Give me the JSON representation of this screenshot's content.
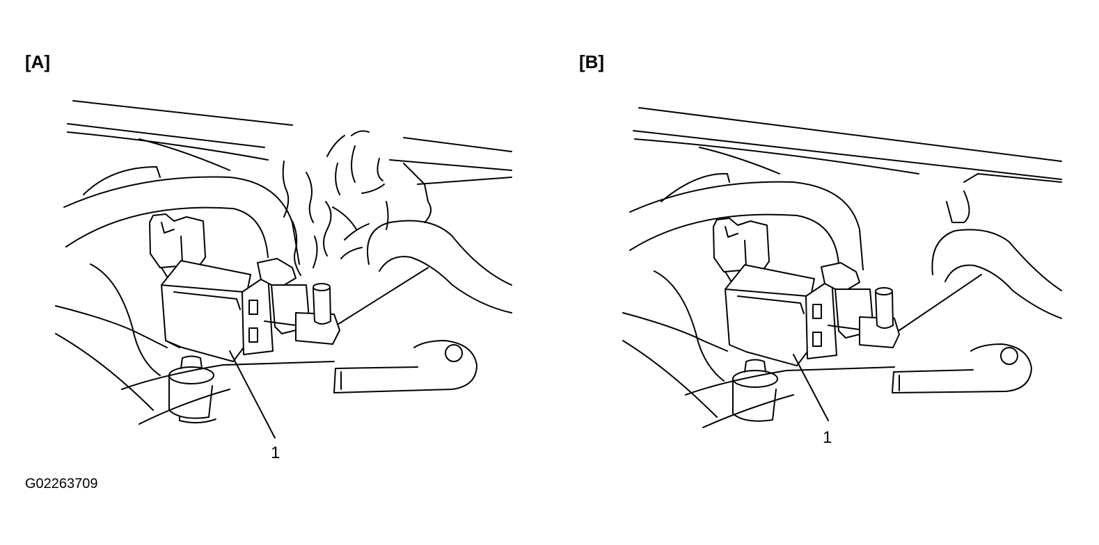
{
  "panels": [
    {
      "label": "[A]",
      "callout": "1"
    },
    {
      "label": "[B]",
      "callout": "1"
    }
  ],
  "figure_id": "G02263709"
}
